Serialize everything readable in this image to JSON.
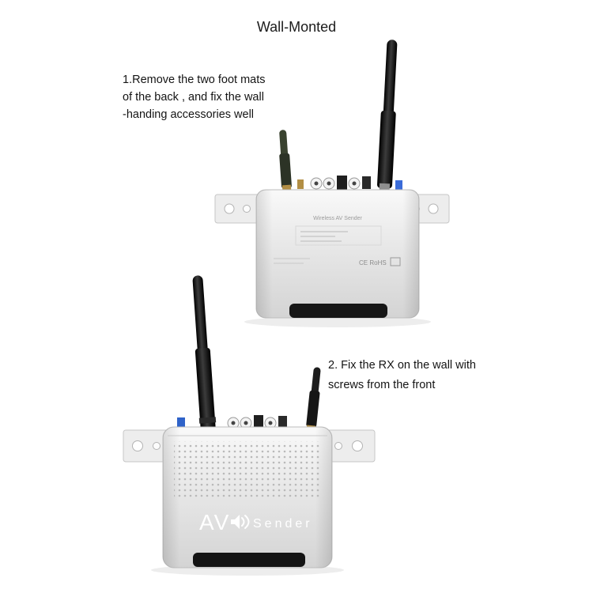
{
  "title": "Wall-Monted",
  "steps": {
    "step1_line1": "1.Remove the two foot mats",
    "step1_line2": "of  the back , and fix the wall",
    "step1_line3": "-handing accessories well",
    "step2_line1": "2. Fix the RX on the wall with",
    "step2_line2": "screws from the front"
  },
  "device_back": {
    "label": "Wireless AV Sender",
    "cert": "CE RoHS"
  },
  "device_front": {
    "brand_av": "AV",
    "brand_sender": "Sender"
  },
  "colors": {
    "body_silver": "#e8e8e8",
    "antenna_black": "#111111",
    "foot_black": "#151515",
    "bracket_gray": "#ededed",
    "accent_blue": "#3a6bd8"
  }
}
